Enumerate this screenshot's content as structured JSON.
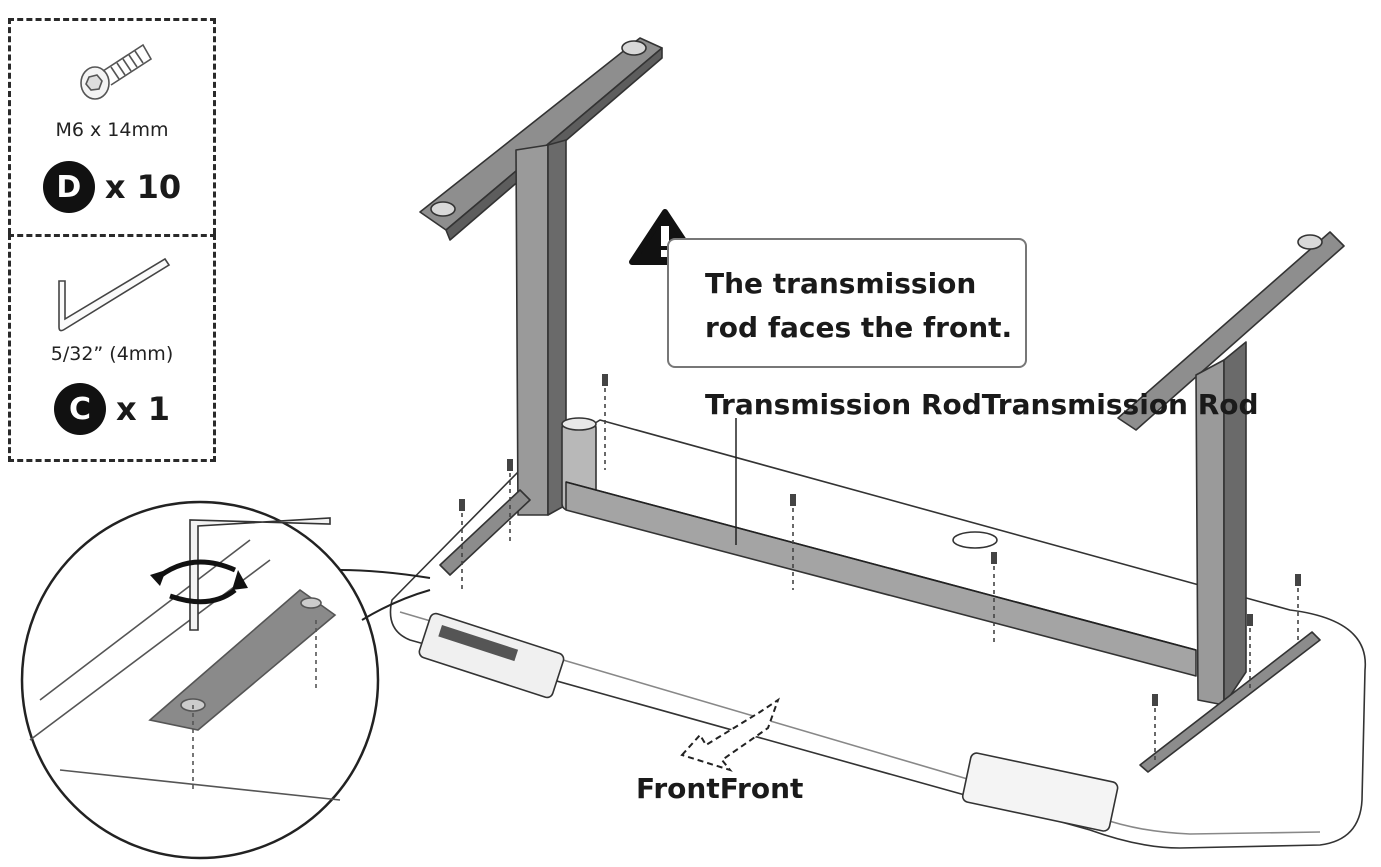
{
  "parts": [
    {
      "letter": "D",
      "name": "M6 x 14mm",
      "quantity": "x 10",
      "icon": "hex-socket-bolt-icon"
    },
    {
      "letter": "C",
      "name": "5/32” (4mm)",
      "quantity": "x 1",
      "icon": "allen-key-icon"
    }
  ],
  "warning": {
    "icon": "warning-triangle-icon",
    "line1": "The transmission",
    "line2": "rod faces the front."
  },
  "labels": {
    "transmission_rod": "Transmission RodTransmission Rod",
    "front": "FrontFront"
  },
  "icons": [
    "rotate-arrow-icon",
    "front-direction-arrow-icon",
    "desk-frame-illustration",
    "detail-magnifier-circle"
  ]
}
